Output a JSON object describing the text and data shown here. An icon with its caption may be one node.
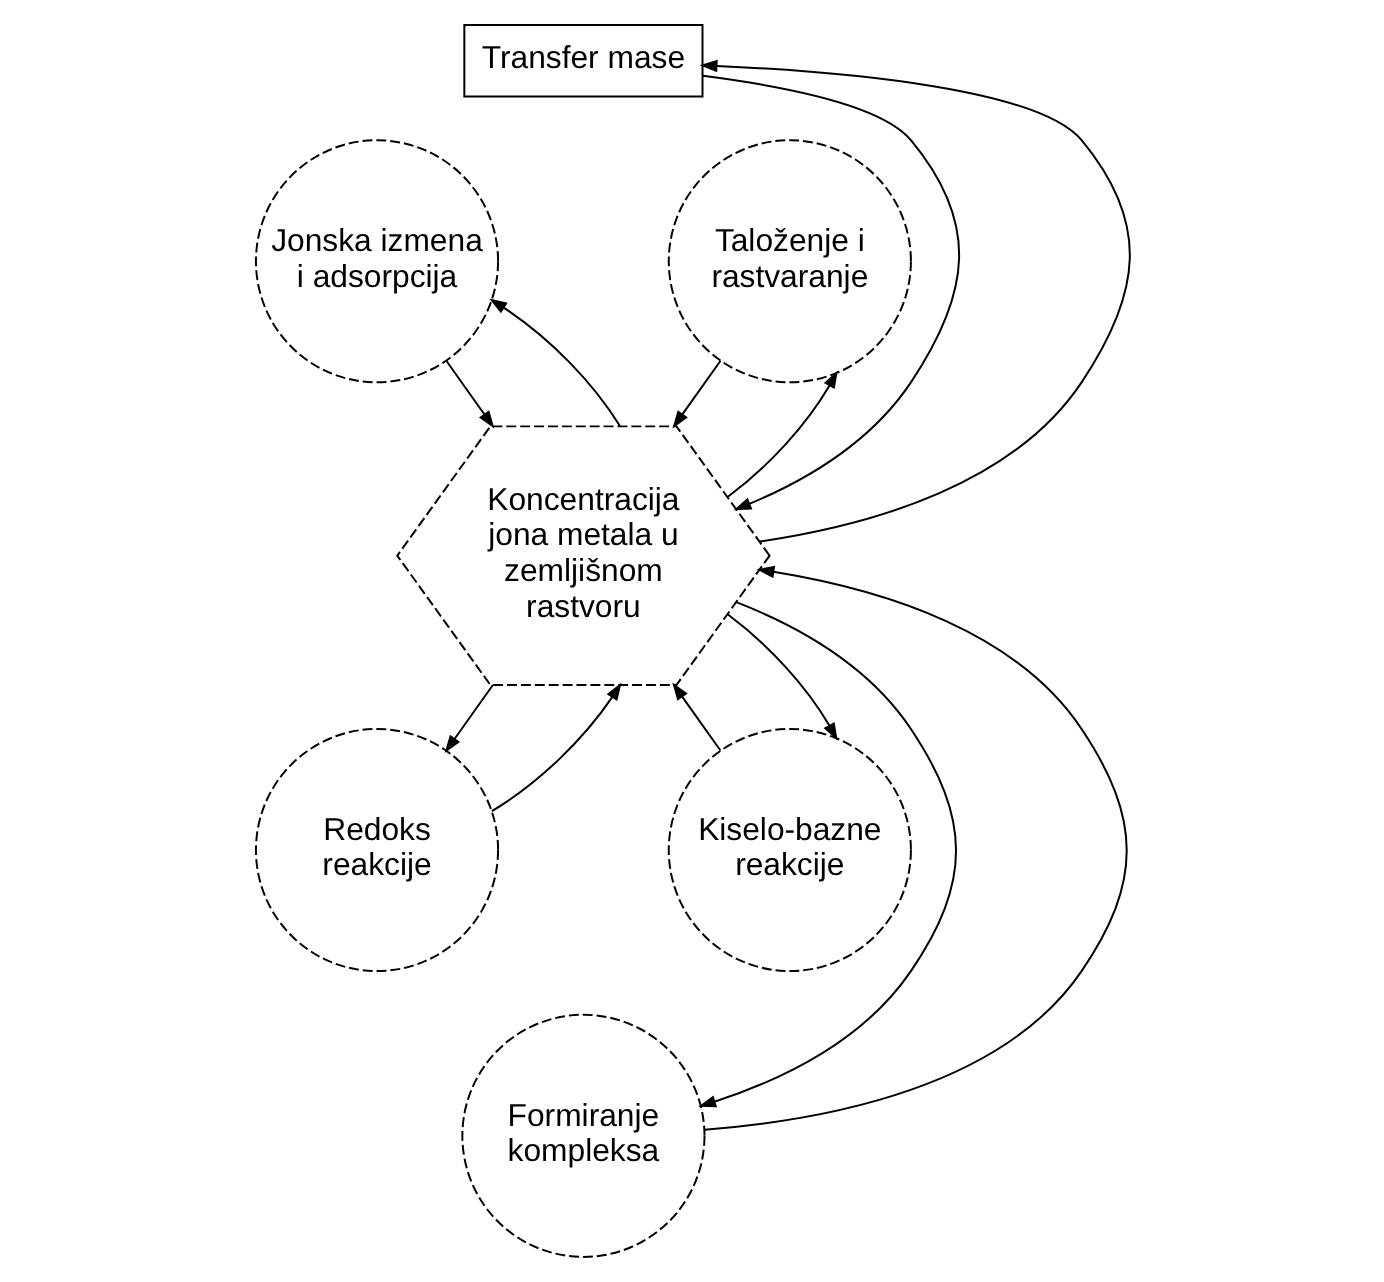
{
  "diagram": {
    "nodes": [
      {
        "text": [
          "Transfer mase"
        ]
      },
      {
        "text": [
          "Jonska izmena i adsorpcija"
        ]
      },
      {
        "text": [
          "Taloženje i rastvaranje"
        ]
      },
      {
        "text": [
          "Koncentracija jona metala u zemljišnom rastvoru"
        ]
      },
      {
        "text": [
          "Redoks reakcije"
        ]
      },
      {
        "text": [
          "Kiselo-bazne reakcije"
        ]
      },
      {
        "text": [
          "Formiranje kompleksa"
        ]
      }
    ],
    "edges": [
      {
        "from": 3,
        "to": 0,
        "arrow": "to"
      },
      {
        "from": 0,
        "to": 3,
        "arrow": "to"
      },
      {
        "from": 1,
        "to": 3,
        "arrow": "to"
      },
      {
        "from": 3,
        "to": 1,
        "arrow": "to"
      },
      {
        "from": 2,
        "to": 3,
        "arrow": "to"
      },
      {
        "from": 3,
        "to": 2,
        "arrow": "to"
      },
      {
        "from": 3,
        "to": 4,
        "arrow": "to"
      },
      {
        "from": 4,
        "to": 3,
        "arrow": "to"
      },
      {
        "from": 5,
        "to": 3,
        "arrow": "to"
      },
      {
        "from": 3,
        "to": 5,
        "arrow": "to"
      },
      {
        "from": 3,
        "to": 6,
        "arrow": "to"
      },
      {
        "from": 6,
        "to": 3,
        "arrow": "to"
      }
    ]
  }
}
